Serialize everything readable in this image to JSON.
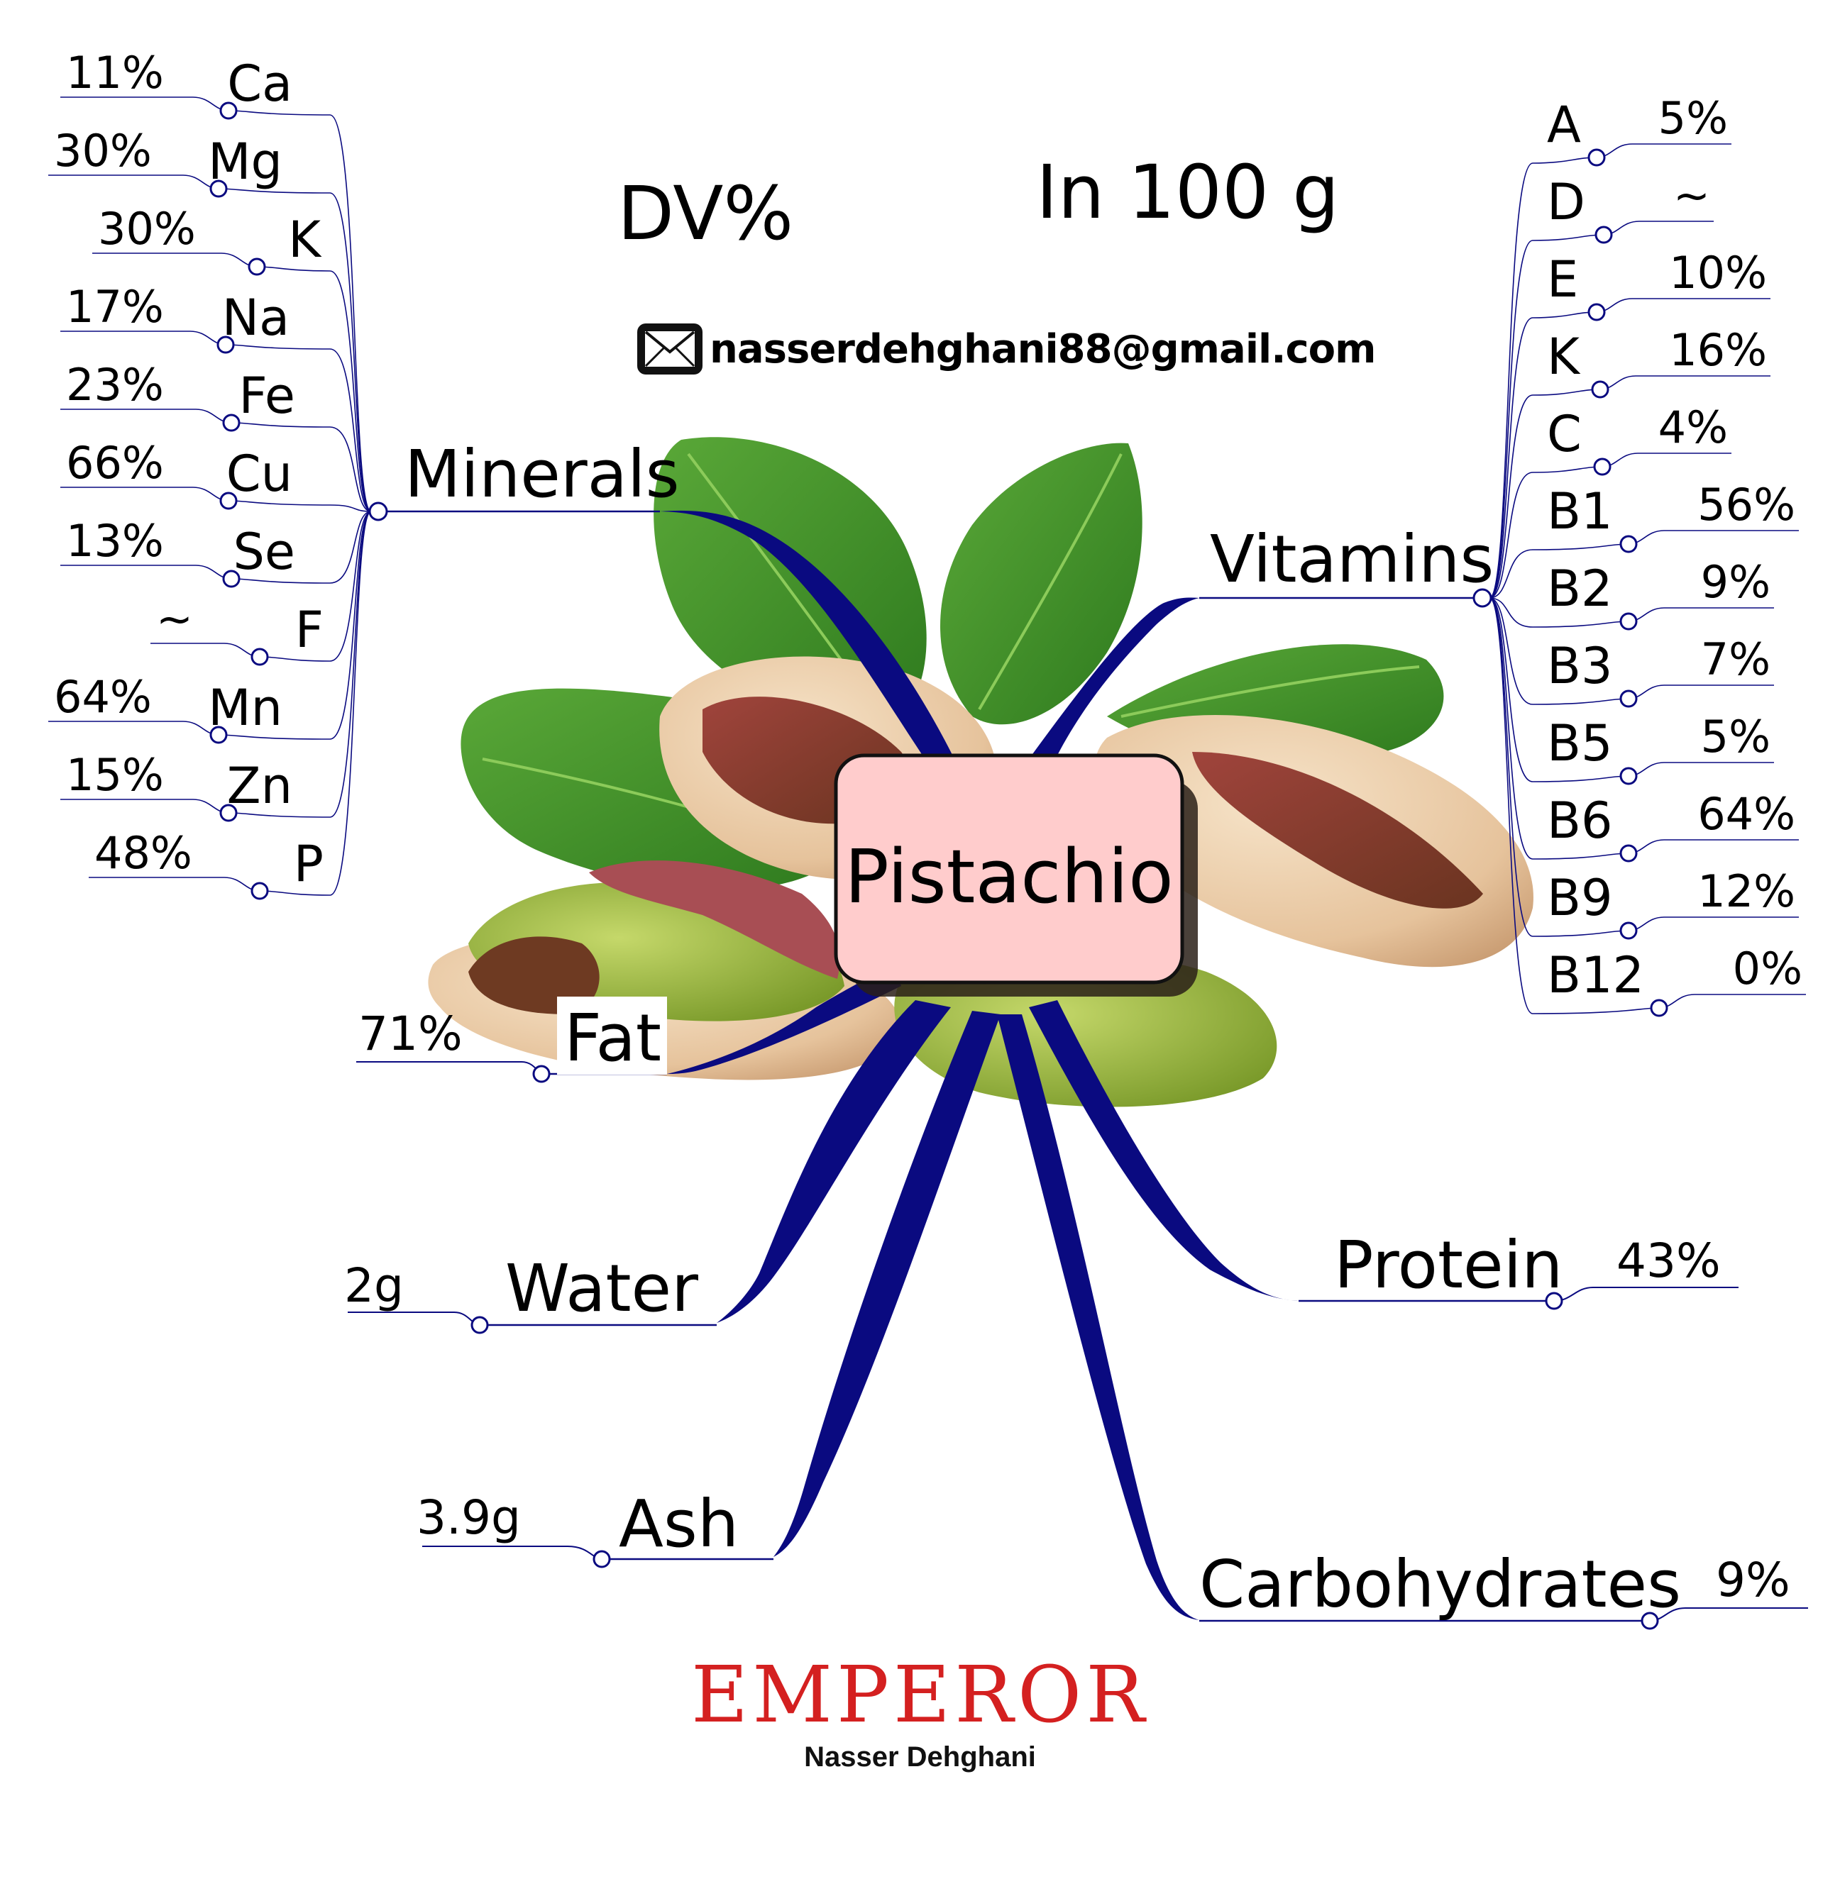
{
  "header": {
    "dv_label": "DV%",
    "basis_label": "In 100 g",
    "email": "nasserdehghani88@gmail.com"
  },
  "center": {
    "label": "Pistachio",
    "fill": "#ffcccc"
  },
  "branch_color": "#0a0a80",
  "minerals": {
    "label": "Minerals",
    "items": [
      {
        "name": "Ca",
        "value": "11%"
      },
      {
        "name": "Mg",
        "value": "30%"
      },
      {
        "name": "K",
        "value": "30%"
      },
      {
        "name": "Na",
        "value": "17%"
      },
      {
        "name": "Fe",
        "value": "23%"
      },
      {
        "name": "Cu",
        "value": "66%"
      },
      {
        "name": "Se",
        "value": "13%"
      },
      {
        "name": "F",
        "value": "~"
      },
      {
        "name": "Mn",
        "value": "64%"
      },
      {
        "name": "Zn",
        "value": "15%"
      },
      {
        "name": "P",
        "value": "48%"
      }
    ]
  },
  "vitamins": {
    "label": "Vitamins",
    "items": [
      {
        "name": "A",
        "value": "5%"
      },
      {
        "name": "D",
        "value": "~"
      },
      {
        "name": "E",
        "value": "10%"
      },
      {
        "name": "K",
        "value": "16%"
      },
      {
        "name": "C",
        "value": "4%"
      },
      {
        "name": "B1",
        "value": "56%"
      },
      {
        "name": "B2",
        "value": "9%"
      },
      {
        "name": "B3",
        "value": "7%"
      },
      {
        "name": "B5",
        "value": "5%"
      },
      {
        "name": "B6",
        "value": "64%"
      },
      {
        "name": "B9",
        "value": "12%"
      },
      {
        "name": "B12",
        "value": "0%"
      }
    ]
  },
  "fat": {
    "label": "Fat",
    "value": "71%"
  },
  "water": {
    "label": "Water",
    "value": "2g"
  },
  "ash": {
    "label": "Ash",
    "value": "3.9g"
  },
  "protein": {
    "label": "Protein",
    "value": "43%"
  },
  "carbohydrates": {
    "label": "Carbohydrates",
    "value": "9%"
  },
  "credits": {
    "brand": "EMPEROR",
    "brand_color": "#d42020",
    "author": "Nasser Dehghani"
  }
}
